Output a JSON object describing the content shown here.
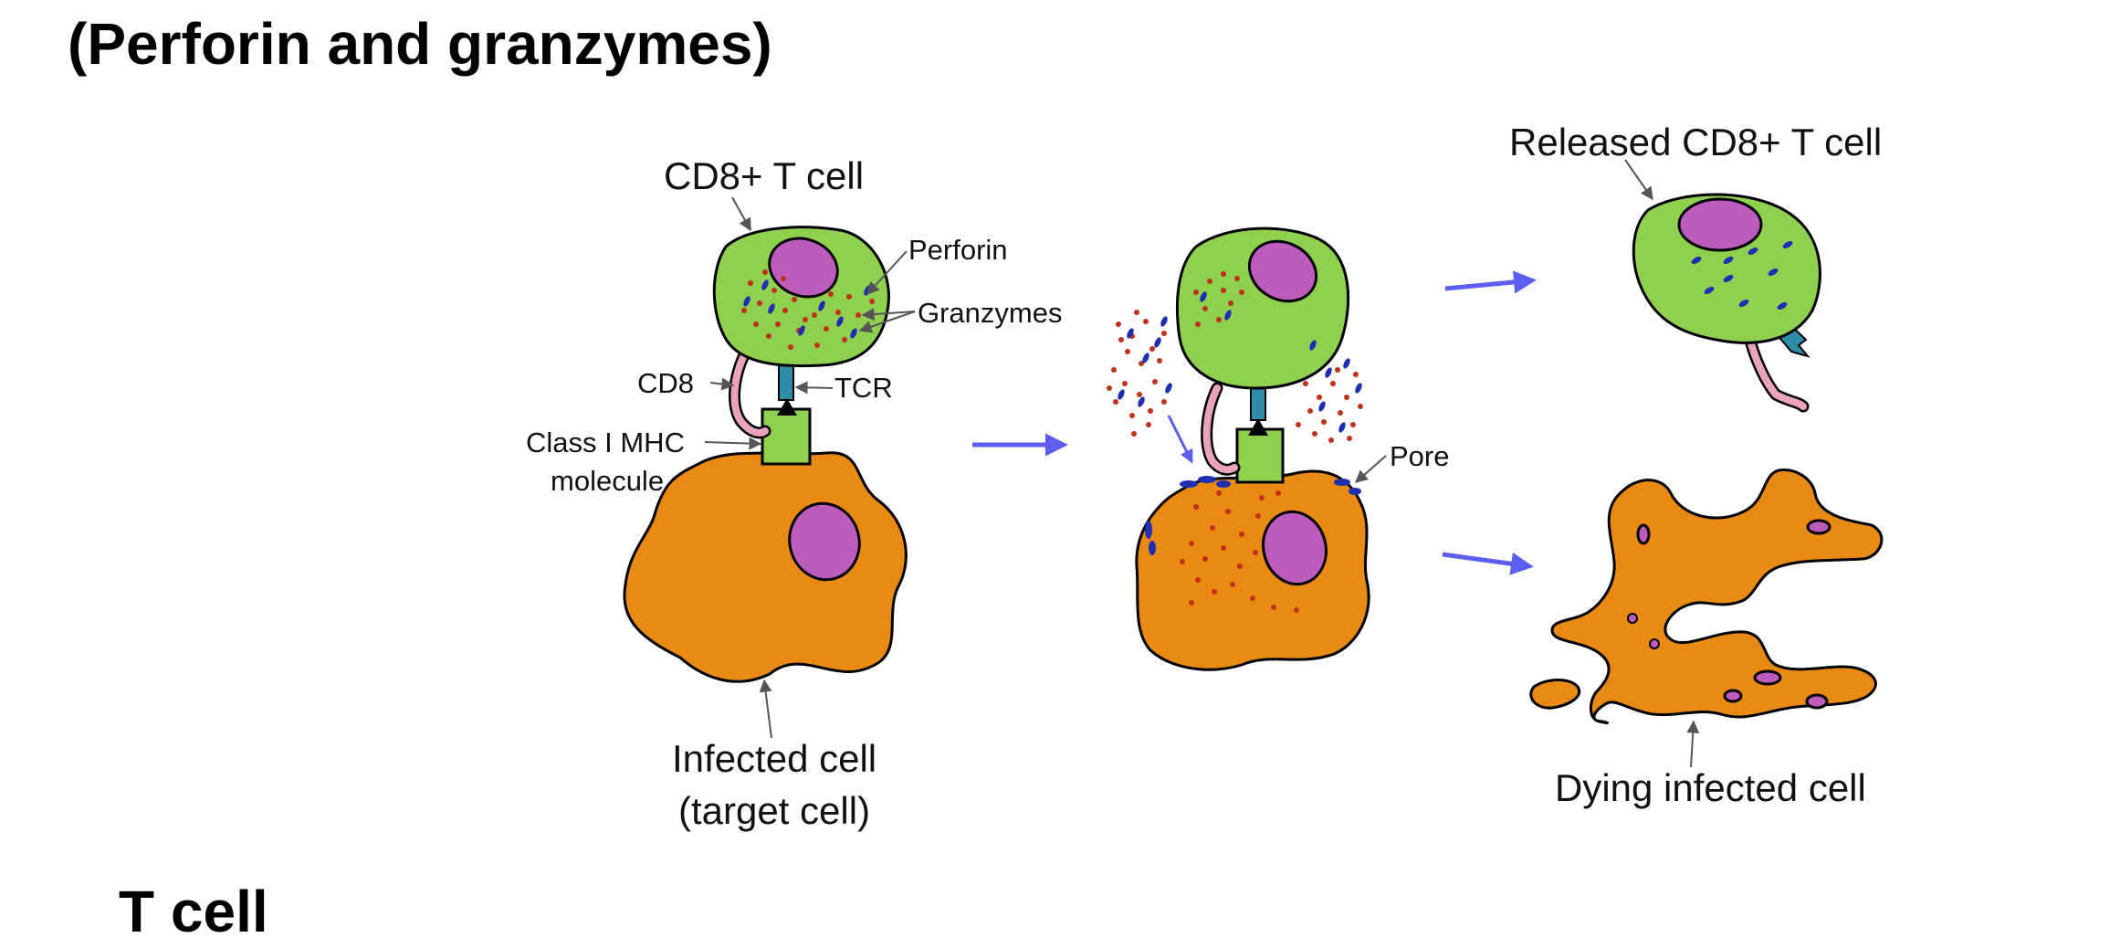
{
  "page": {
    "title": "(Perforin and granzymes)",
    "footer_heading": "T cell"
  },
  "labels": {
    "cd8_t_cell": "CD8+ T cell",
    "perforin": "Perforin",
    "granzymes": "Granzymes",
    "cd8": "CD8",
    "tcr": "TCR",
    "class_mhc_line1": "Class I MHC",
    "class_mhc_line2": "molecule",
    "infected_line1": "Infected cell",
    "infected_line2": "(target cell)",
    "pore": "Pore",
    "released": "Released CD8+ T cell",
    "dying": "Dying infected cell"
  },
  "colors": {
    "t_cell": "#8fd14f",
    "infected_cell": "#e98a12",
    "nucleus": "#bd5cbd",
    "granzyme_dots": "#c0311c",
    "perforin": "#1f2fb0",
    "tcr": "#2e8ea8",
    "cd8": "#e9a3bd",
    "process_arrow": "#5b5ef0"
  }
}
